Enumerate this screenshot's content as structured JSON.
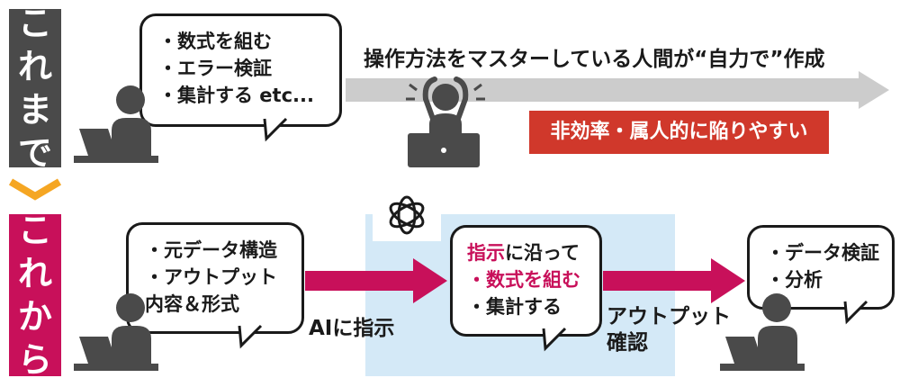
{
  "before": {
    "side_label": [
      "こ",
      "れ",
      "ま",
      "で"
    ],
    "bubble_lines": [
      "・数式を組む",
      "・エラー検証",
      "・集計する etc..."
    ],
    "arrow_label": "操作方法をマスターしている人間が“自力で”作成",
    "problem_banner": "非効率・属人的に陥りやすい"
  },
  "after": {
    "side_label": [
      "こ",
      "れ",
      "か",
      "ら"
    ],
    "input_bubble_lines": [
      "・元データ構造",
      "・アウトプット",
      "内容＆形式"
    ],
    "arrow1_label": "AIに指示",
    "ai_bubble": {
      "line1_accent": "指示",
      "line1_rest": "に沿って",
      "line2": "・数式を組む",
      "line3": "・集計する"
    },
    "arrow2_label_lines": [
      "アウトプット",
      "確認"
    ],
    "output_bubble_lines": [
      "・データ検証",
      "・分析"
    ]
  },
  "colors": {
    "dark_gray": "#4a4a4a",
    "magenta": "#c8105a",
    "orange": "#f5a623",
    "red": "#d0382b",
    "light_blue": "#d4e9f7",
    "arrow_gray": "#cccccc"
  },
  "icons": {
    "person_laptop": "person-at-laptop-icon",
    "stressed_person": "stressed-person-icon",
    "ai_logo": "ai-logo-icon",
    "chevron_down": "chevron-down-icon"
  }
}
